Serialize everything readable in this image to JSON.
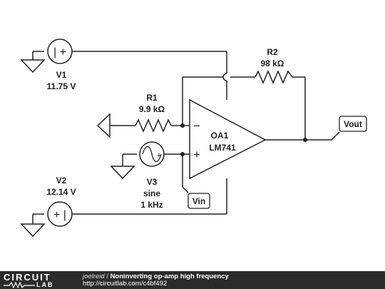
{
  "schematic": {
    "V1": {
      "name": "V1",
      "value": "11.75 V"
    },
    "V2": {
      "name": "V2",
      "value": "12.14 V"
    },
    "V3": {
      "name": "V3",
      "type": "sine",
      "freq": "1 kHz"
    },
    "R1": {
      "name": "R1",
      "value": "9.9 kΩ"
    },
    "R2": {
      "name": "R2",
      "value": "98 kΩ"
    },
    "OA1": {
      "name": "OA1",
      "part": "LM741",
      "minus": "−",
      "plus": "+"
    },
    "labels": {
      "vout": "Vout",
      "vin": "Vin"
    },
    "source_marks": {
      "v1": "| +",
      "v2": "+ |"
    }
  },
  "footer": {
    "logo_top": "CIRCUIT",
    "logo_bottom": "LAB",
    "author": "joelreid",
    "separator": " / ",
    "title": "Noninverting op-amp high frequency",
    "url": "http://circuitlab.com/c4bf492"
  },
  "colors": {
    "wire": "#222222",
    "footer_bg": "#2b2b2b"
  }
}
